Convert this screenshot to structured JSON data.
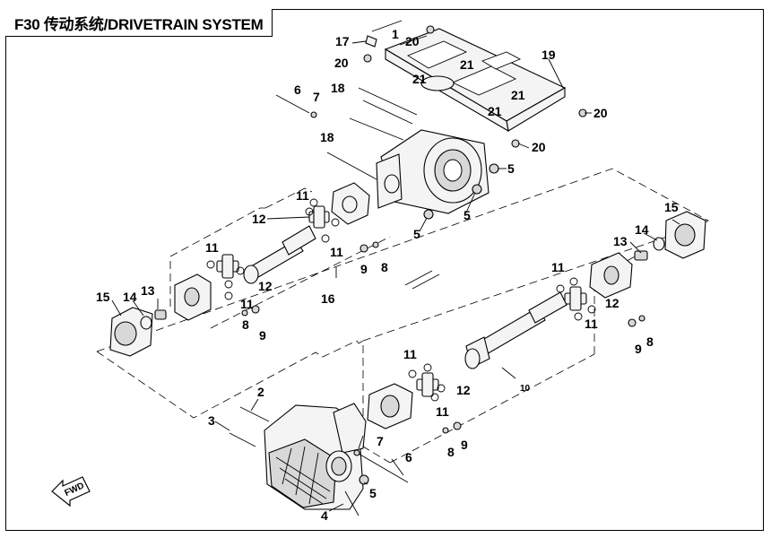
{
  "title": "F30 传动系统/DRIVETRAIN SYSTEM",
  "fwd_label": "FWD",
  "callouts": [
    {
      "id": "c1",
      "text": "1"
    },
    {
      "id": "c17",
      "text": "17"
    },
    {
      "id": "c20a",
      "text": "20"
    },
    {
      "id": "c21a",
      "text": "21"
    },
    {
      "id": "c19",
      "text": "19"
    },
    {
      "id": "c20b",
      "text": "20"
    },
    {
      "id": "c21b",
      "text": "21"
    },
    {
      "id": "c21c",
      "text": "21"
    },
    {
      "id": "c18a",
      "text": "18"
    },
    {
      "id": "c6a",
      "text": "6"
    },
    {
      "id": "c7a",
      "text": "7"
    },
    {
      "id": "c21d",
      "text": "21"
    },
    {
      "id": "c20c",
      "text": "20"
    },
    {
      "id": "c20d",
      "text": "20"
    },
    {
      "id": "c18b",
      "text": "18"
    },
    {
      "id": "c5a",
      "text": "5"
    },
    {
      "id": "c5b",
      "text": "5"
    },
    {
      "id": "c5c",
      "text": "5"
    },
    {
      "id": "c11a",
      "text": "11"
    },
    {
      "id": "c12a",
      "text": "12"
    },
    {
      "id": "c11b",
      "text": "11"
    },
    {
      "id": "c9a",
      "text": "9"
    },
    {
      "id": "c8a",
      "text": "8"
    },
    {
      "id": "c11c",
      "text": "11"
    },
    {
      "id": "c12b",
      "text": "12"
    },
    {
      "id": "c16",
      "text": "16"
    },
    {
      "id": "c15a",
      "text": "15"
    },
    {
      "id": "c14a",
      "text": "14"
    },
    {
      "id": "c13a",
      "text": "13"
    },
    {
      "id": "c11d",
      "text": "11"
    },
    {
      "id": "c8b",
      "text": "8"
    },
    {
      "id": "c9b",
      "text": "9"
    },
    {
      "id": "c15b",
      "text": "15"
    },
    {
      "id": "c14b",
      "text": "14"
    },
    {
      "id": "c13b",
      "text": "13"
    },
    {
      "id": "c11e",
      "text": "11"
    },
    {
      "id": "c12c",
      "text": "12"
    },
    {
      "id": "c11f",
      "text": "11"
    },
    {
      "id": "c9c",
      "text": "9"
    },
    {
      "id": "c8c",
      "text": "8"
    },
    {
      "id": "c10",
      "text": "10"
    },
    {
      "id": "c11g",
      "text": "11"
    },
    {
      "id": "c12d",
      "text": "12"
    },
    {
      "id": "c11h",
      "text": "11"
    },
    {
      "id": "c8d",
      "text": "8"
    },
    {
      "id": "c9d",
      "text": "9"
    },
    {
      "id": "c2",
      "text": "2"
    },
    {
      "id": "c3",
      "text": "3"
    },
    {
      "id": "c7b",
      "text": "7"
    },
    {
      "id": "c6b",
      "text": "6"
    },
    {
      "id": "c5d",
      "text": "5"
    },
    {
      "id": "c4",
      "text": "4"
    }
  ]
}
